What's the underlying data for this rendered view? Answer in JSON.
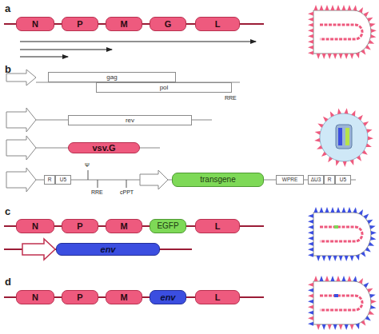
{
  "diagram": {
    "nodes": [
      {
        "text": [
          "N"
        ]
      },
      {
        "text": [
          "P"
        ]
      },
      {
        "text": [
          "M"
        ]
      },
      {
        "text": [
          "G"
        ]
      },
      {
        "text": [
          "L"
        ]
      },
      {
        "text": [
          "gag"
        ]
      },
      {
        "text": [
          "pol"
        ]
      },
      {
        "text": [
          "rev"
        ]
      },
      {
        "text": [
          "vsv.G"
        ]
      },
      {
        "text": [
          "R"
        ]
      },
      {
        "text": [
          "U5"
        ]
      },
      {
        "text": [
          "transgene"
        ]
      },
      {
        "text": [
          "WPRE"
        ]
      },
      {
        "text": [
          "ΔU3"
        ]
      },
      {
        "text": [
          "R"
        ]
      },
      {
        "text": [
          "U5"
        ]
      },
      {
        "text": [
          "N"
        ]
      },
      {
        "text": [
          "P"
        ]
      },
      {
        "text": [
          "M"
        ]
      },
      {
        "text": [
          "EGFP"
        ]
      },
      {
        "text": [
          "L"
        ]
      },
      {
        "text": [
          "env"
        ]
      },
      {
        "text": [
          "N"
        ]
      },
      {
        "text": [
          "P"
        ]
      },
      {
        "text": [
          "M"
        ]
      },
      {
        "text": [
          "env"
        ]
      },
      {
        "text": [
          "L"
        ]
      }
    ],
    "labels": [
      "a",
      "b",
      "RRE",
      "Ψ",
      "RRE",
      "cPPT",
      "c",
      "d"
    ]
  }
}
